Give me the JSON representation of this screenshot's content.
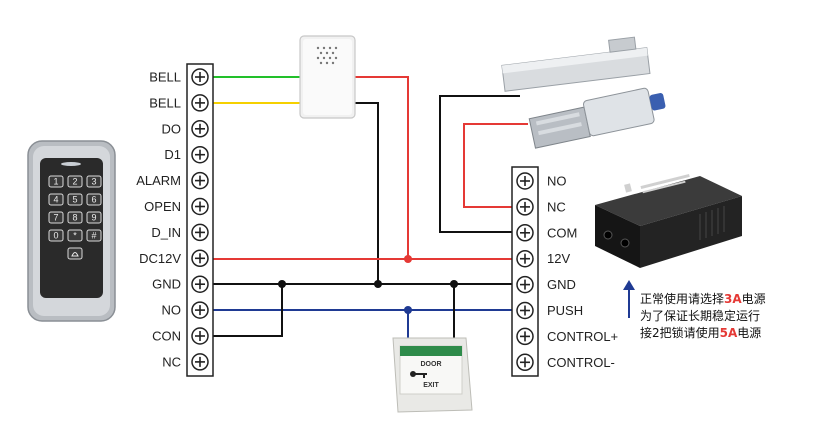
{
  "left_terminals": [
    "BELL",
    "BELL",
    "DO",
    "D1",
    "ALARM",
    "OPEN",
    "D_IN",
    "DC12V",
    "GND",
    "NO",
    "CON",
    "NC"
  ],
  "right_terminals": [
    "NO",
    "NC",
    "COM",
    "12V",
    "GND",
    "PUSH",
    "CONTROL+",
    "CONTROL-"
  ],
  "keypad_keys": [
    "1",
    "2",
    "3",
    "4",
    "5",
    "6",
    "7",
    "8",
    "9",
    "0",
    "*",
    "#"
  ],
  "exit_button": {
    "line1": "DOOR",
    "line2": "EXIT"
  },
  "note": {
    "line1_pre": "正常使用请选择",
    "line1_hl": "3A",
    "line1_post": "电源",
    "line2": "为了保证长期稳定运行",
    "line3_pre": "接2把锁请使用",
    "line3_hl": "5A",
    "line3_post": "电源"
  },
  "colors": {
    "bell_green": "#22c02a",
    "bell_yellow": "#f5d000",
    "power_red": "#e53935",
    "ground_black": "#111111",
    "signal_blue": "#1f3a93",
    "note_arrow": "#1f3a93"
  }
}
